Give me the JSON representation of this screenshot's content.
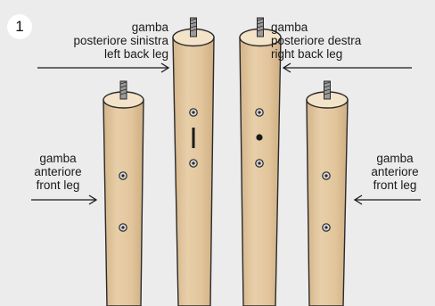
{
  "step_number": "1",
  "labels": {
    "back_left": {
      "it": [
        "gamba",
        "posteriore sinistra"
      ],
      "en": "left back leg"
    },
    "back_right": {
      "it": [
        "gamba",
        "posteriore destra"
      ],
      "en": "right back leg"
    },
    "front_left": {
      "it": [
        "gamba",
        "anteriore"
      ],
      "en": "front leg"
    },
    "front_right": {
      "it": [
        "gamba",
        "anteriore"
      ],
      "en": "front leg"
    }
  },
  "colors": {
    "background": "#ececec",
    "wood": "#e2c7a2",
    "wood_top": "#f2e2c8",
    "outline": "#2a2a2a"
  }
}
